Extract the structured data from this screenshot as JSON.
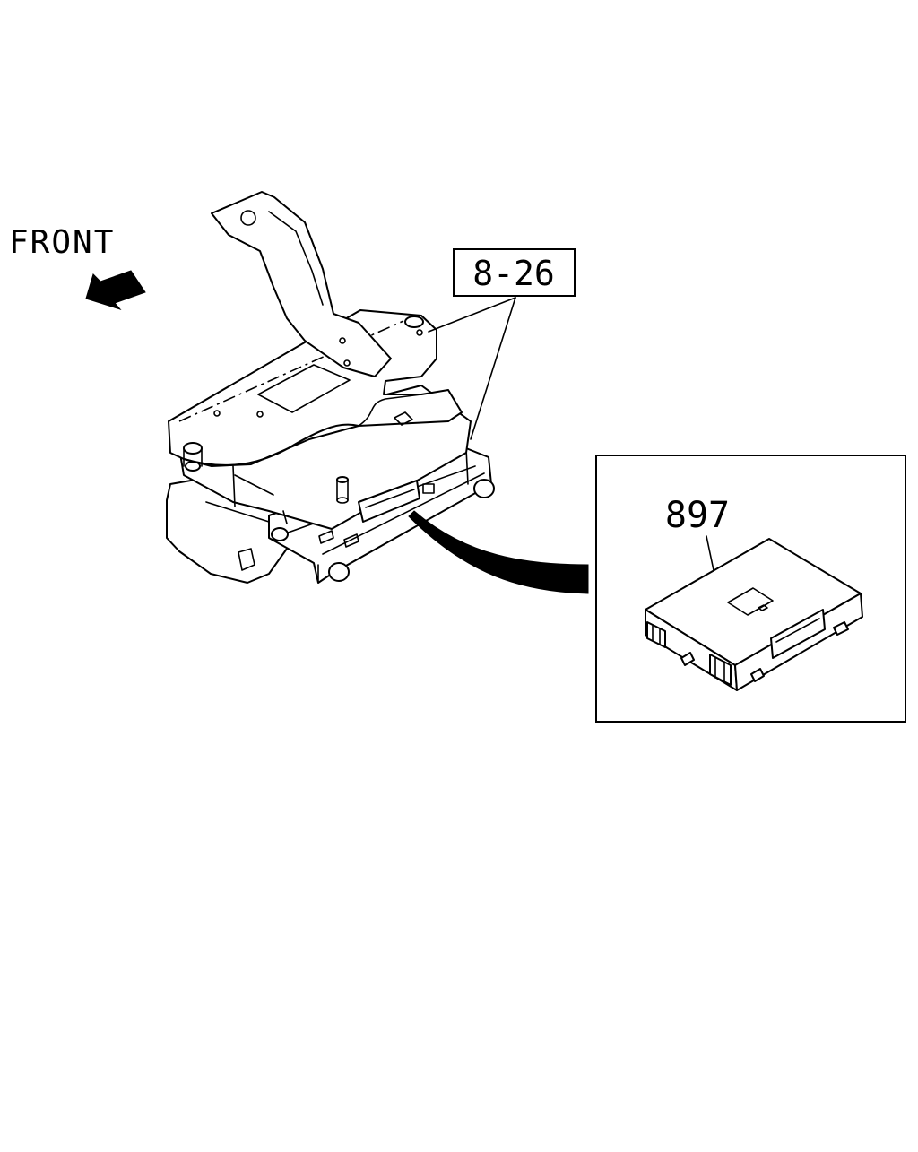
{
  "diagram": {
    "direction_label": "FRONT",
    "assembly_reference": "8-26",
    "part_number": "897"
  }
}
